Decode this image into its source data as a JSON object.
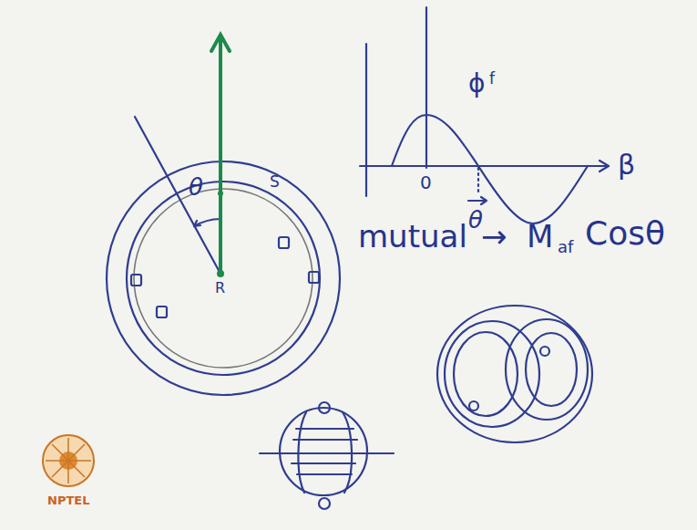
{
  "diagram": {
    "labels": [
      "θ",
      "S",
      "R",
      "ϕ",
      "f",
      "β",
      "0",
      "θ",
      "mutual",
      "→",
      "M",
      "af",
      "Cosθ",
      "NPTEL"
    ]
  }
}
